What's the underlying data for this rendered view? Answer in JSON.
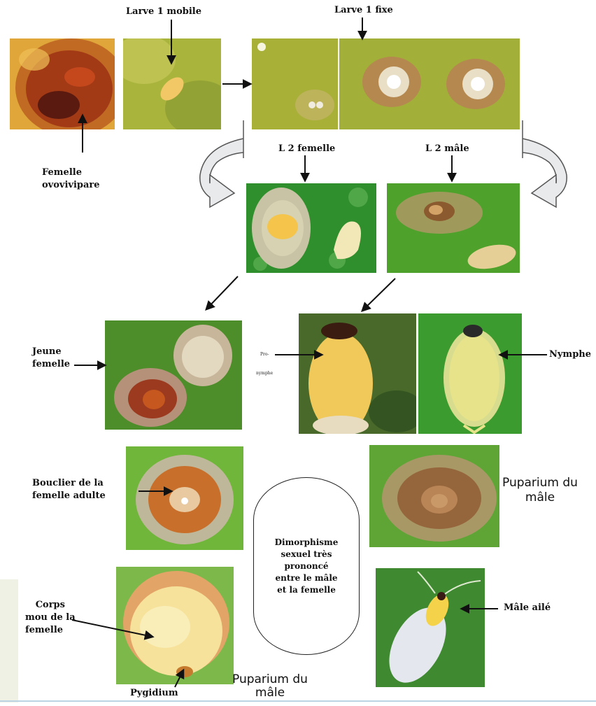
{
  "labels": {
    "larve1_mobile": "Larve 1 mobile",
    "larve1_fixe": "Larve 1 fixe",
    "femelle_line1": "Femelle",
    "femelle_line2": "ovovivipare",
    "l2_femelle": "L 2 femelle",
    "l2_male": "L 2 mâle",
    "jeune_line1": "Jeune",
    "jeune_line2": "femelle",
    "pronymphe_line1": "Pro-",
    "pronymphe_line2": "nymphe",
    "nymphe": "Nymphe",
    "bouclier_line1": "Bouclier de la",
    "bouclier_line2": "femelle adulte",
    "puparium_line1": "Puparium du",
    "puparium_line2": "mâle",
    "corps_line1": "Corps",
    "corps_line2": "mou de la",
    "corps_line3": "femelle",
    "pygidium": "Pygidium",
    "puparium2_line1": "Puparium du",
    "puparium2_line2": "mâle",
    "male_aile": "Mâle ailé"
  },
  "dimorphisme": {
    "line1": "Dimorphisme",
    "line2": "sexuel très",
    "line3": "prononcé",
    "line4": "entre le mâle",
    "line5": "et la femelle"
  },
  "colors": {
    "leaf_green": "#4fa12c",
    "shield_tan": "#c79a6a",
    "female_red": "#b8401c",
    "larva_yellow": "#f2c766"
  }
}
